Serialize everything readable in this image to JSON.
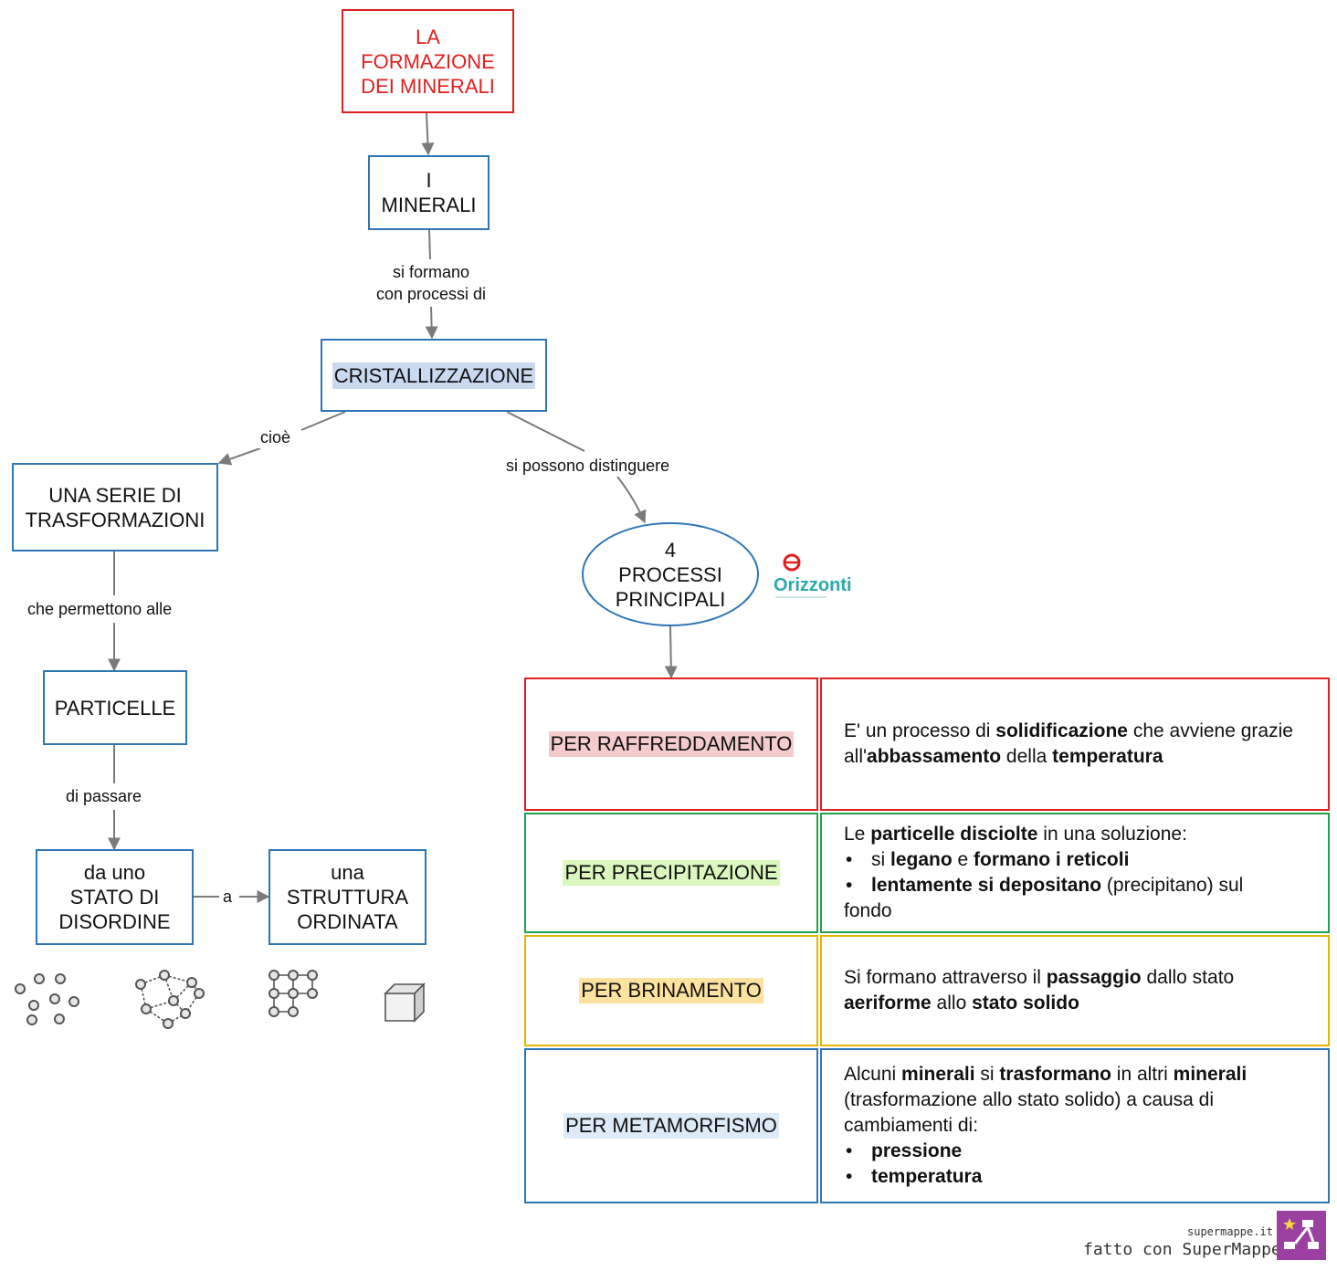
{
  "nodes": {
    "title": [
      "LA",
      "FORMAZIONE",
      "DEI MINERALI"
    ],
    "minerali": [
      "I",
      "MINERALI"
    ],
    "cristallizzazione": "CRISTALLIZZAZIONE",
    "serie": [
      "UNA SERIE DI",
      "TRASFORMAZIONI"
    ],
    "particelle": "PARTICELLE",
    "disordine": [
      "da uno",
      "STATO DI",
      "DISORDINE"
    ],
    "ordinata": [
      "una",
      "STRUTTURA",
      "ORDINATA"
    ],
    "processi": [
      "4",
      "PROCESSI",
      "PRINCIPALI"
    ]
  },
  "links": {
    "si_formano": [
      "si formano",
      "con processi di"
    ],
    "cioe": "cioè",
    "distinguere": "si possono distinguere",
    "permettono": "che permettono alle",
    "passare": "di passare",
    "a": "a"
  },
  "colors": {
    "raffreddamento": "#f4cccc",
    "precipitazione": "#d9f7be",
    "brinamento": "#fde2a0",
    "metamorfismo": "#dcebf7",
    "cristallizzazione": "#c9daf0"
  },
  "table": {
    "raffreddamento": {
      "label": "PER RAFFREDDAMENTO",
      "t1": "E' un processo di ",
      "b1": "solidificazione",
      "t2": " che avviene grazie all'",
      "b2": "abbassamento",
      "t3": " della ",
      "b3": "temperatura"
    },
    "precipitazione": {
      "label": "PER PRECIPITAZIONE",
      "t1": "Le ",
      "b1": "particelle disciolte",
      "t2": " in una soluzione:",
      "l1a": "si ",
      "l1b": "legano",
      "l1c": " e ",
      "l1d": "formano i reticoli",
      "l2b": "lentamente si depositano",
      "l2c": " (precipitano) sul",
      "t3": "fondo"
    },
    "brinamento": {
      "label": "PER BRINAMENTO",
      "t1": "Si formano attraverso il ",
      "b1": "passaggio",
      "t2": " dallo stato ",
      "b2": "aeriforme",
      "t3": " allo ",
      "b3": "stato solido"
    },
    "metamorfismo": {
      "label": "PER METAMORFISMO",
      "t1": "Alcuni ",
      "b1": "minerali",
      "t2": " si ",
      "b2": "trasformano",
      "t3": " in altri ",
      "b3": "minerali",
      "t4": " (trasformazione allo stato solido) a causa di cambiamenti di:",
      "li1": "pressione",
      "li2": "temperatura"
    }
  },
  "logo": {
    "name": "Orizzonti",
    "icon": "orizzonti-logo-icon"
  },
  "footer": {
    "site": "supermappe.it",
    "text": "fatto con SuperMappe",
    "icon": "supermappe-logo-icon"
  }
}
